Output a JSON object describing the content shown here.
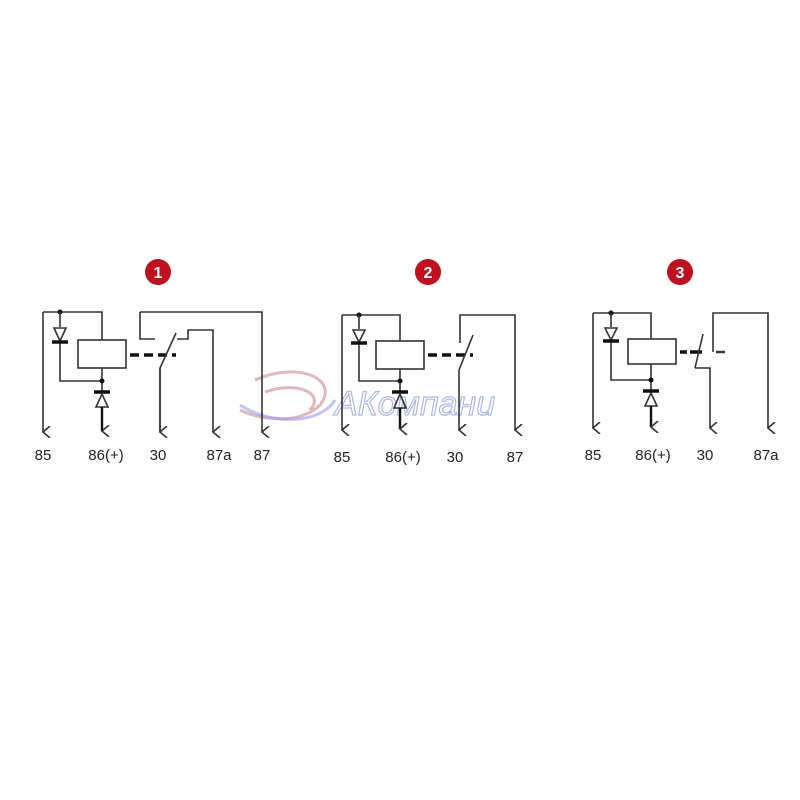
{
  "badge_color": "#c0101e",
  "diagrams": [
    {
      "number": "1",
      "labels": [
        "85",
        "86(+)",
        "30",
        "87a",
        "87"
      ]
    },
    {
      "number": "2",
      "labels": [
        "85",
        "86(+)",
        "30",
        "87"
      ]
    },
    {
      "number": "3",
      "labels": [
        "85",
        "86(+)",
        "30",
        "87a"
      ]
    }
  ],
  "watermark": "АКомпани"
}
